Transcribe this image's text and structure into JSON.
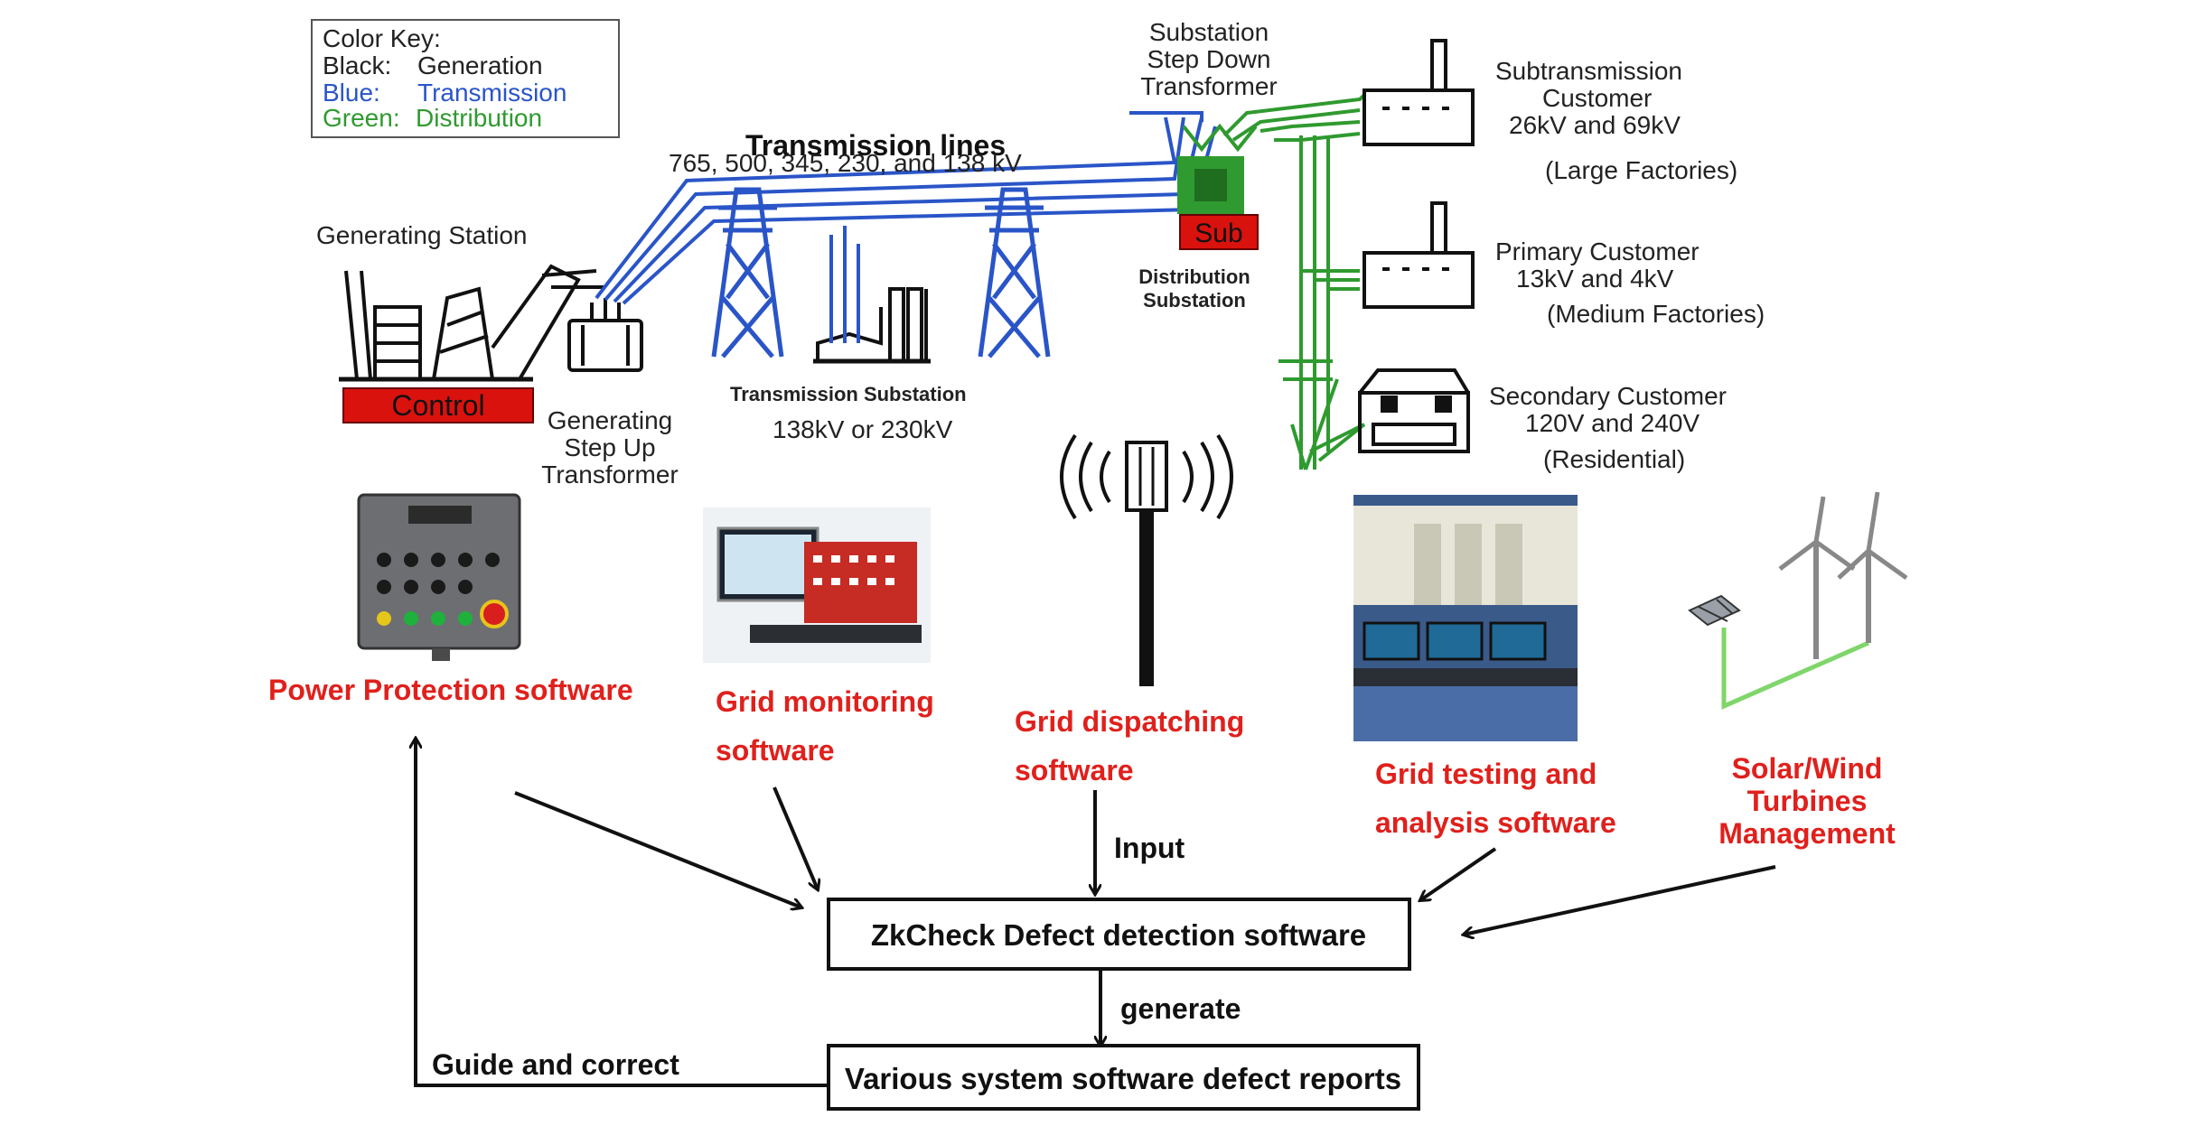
{
  "color_key": {
    "title": "Color Key:",
    "black_label": "Black:",
    "black_value": "Generation",
    "blue_label": "Blue:",
    "blue_value": "Transmission",
    "green_label": "Green:",
    "green_value": "Distribution"
  },
  "colors": {
    "generation": "#111111",
    "transmission": "#2a55c8",
    "distribution": "#2f9a2f",
    "software": "#e0201c",
    "alarm_box": "#d9120e"
  },
  "grid": {
    "transmission_lines_title": "Transmission lines",
    "transmission_lines_voltages": "765, 500, 345, 230, and 138 kV",
    "generating_station": "Generating Station",
    "control_label": "Control",
    "step_up": [
      "Generating",
      "Step Up",
      "Transformer"
    ],
    "transmission_substation": "Transmission Substation",
    "transmission_substation_voltage": "138kV or 230kV",
    "step_down": [
      "Substation",
      "Step Down",
      "Transformer"
    ],
    "sub_label": "Sub",
    "distribution_substation": [
      "Distribution",
      "Substation"
    ],
    "subtransmission_customer": [
      "Subtransmission",
      "Customer",
      "26kV and 69kV"
    ],
    "large_factories": "(Large Factories)",
    "primary_customer": [
      "Primary Customer",
      "13kV and 4kV"
    ],
    "medium_factories": "(Medium Factories)",
    "secondary_customer": [
      "Secondary Customer",
      "120V and 240V"
    ],
    "residential": "(Residential)"
  },
  "software": {
    "power_protection": "Power Protection software",
    "grid_monitoring": [
      "Grid monitoring",
      "software"
    ],
    "grid_dispatching": [
      "Grid dispatching",
      "software"
    ],
    "grid_testing": [
      "Grid testing and",
      "analysis software"
    ],
    "solar_wind": [
      "Solar/Wind",
      "Turbines",
      "Management"
    ]
  },
  "flow": {
    "input_label": "Input",
    "detection_box": "ZkCheck Defect detection software",
    "generate_label": "generate",
    "reports_box": "Various system software defect reports",
    "guide_label": "Guide and correct"
  }
}
